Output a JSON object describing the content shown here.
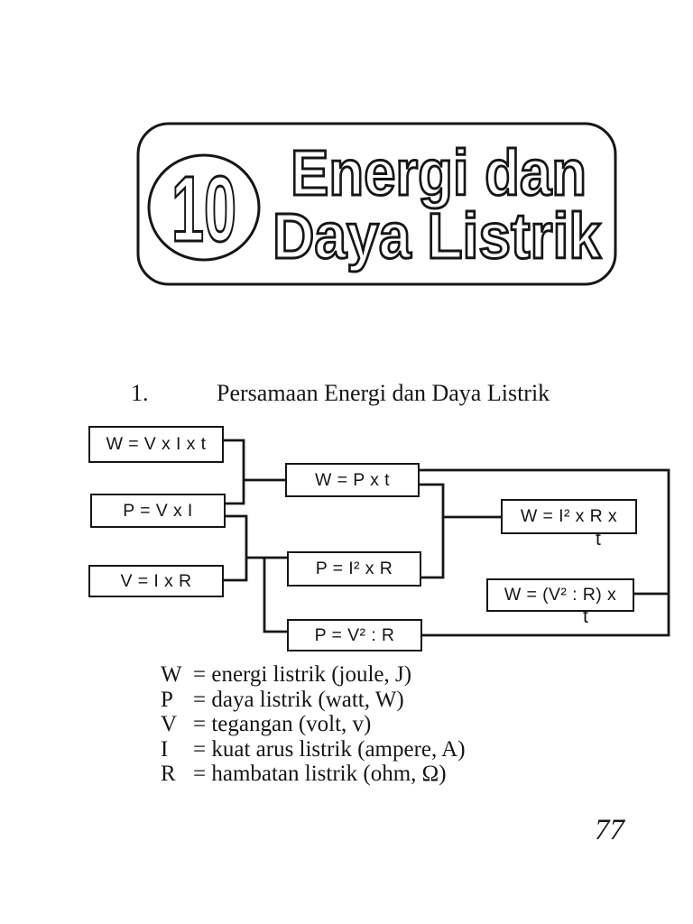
{
  "colors": {
    "ink": "#161616",
    "paper": "#ffffff"
  },
  "header": {
    "chapter_number": "10",
    "title_line1": "Energi dan",
    "title_line2": "Daya Listrik"
  },
  "section": {
    "number": "1.",
    "title": "Persamaan Energi dan Daya Listrik"
  },
  "diagram": {
    "boxes": [
      {
        "formula": "W = V x I x t"
      },
      {
        "formula": "P = V x I"
      },
      {
        "formula": "V = I x R"
      },
      {
        "formula": "W = P x t"
      },
      {
        "formula": "P = I² x R"
      },
      {
        "formula": "P = V² : R"
      },
      {
        "formula": "W = I² x R x",
        "overflow": "t"
      },
      {
        "formula": "W = (V² : R) x",
        "overflow": "t"
      }
    ]
  },
  "legend": [
    {
      "symbol": "W",
      "definition": "= energi listrik (joule, J)"
    },
    {
      "symbol": "P",
      "definition": "= daya listrik (watt, W)"
    },
    {
      "symbol": "V",
      "definition": "= tegangan (volt, v)"
    },
    {
      "symbol": "I",
      "definition": "= kuat arus listrik (ampere, A)"
    },
    {
      "symbol": "R",
      "definition": "= hambatan listrik (ohm, Ω)"
    }
  ],
  "page": {
    "number": "77"
  }
}
